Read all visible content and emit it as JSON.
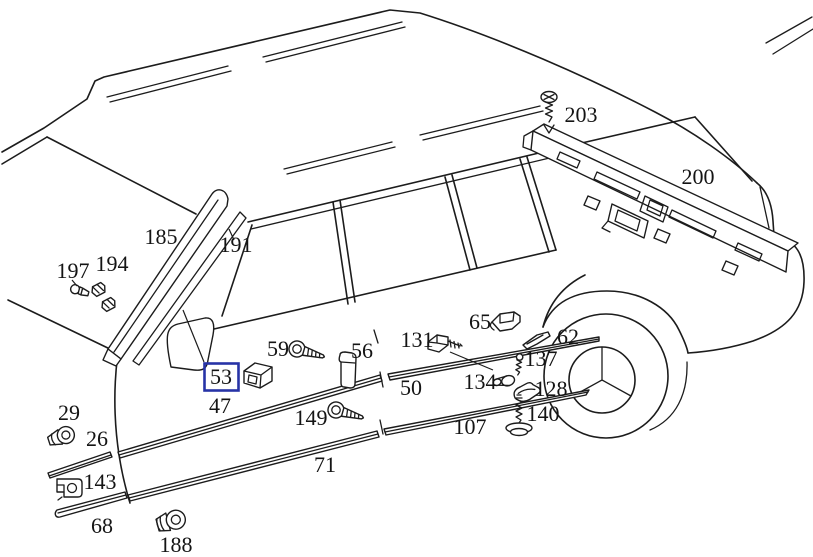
{
  "diagram": {
    "kind": "exploded-parts-line-drawing",
    "vehicle_view": "station-wagon-side-front-three-quarter",
    "background": "#ffffff",
    "line_color": "#1c1c1c",
    "highlight": {
      "selected_part": "53",
      "box_color": "#2733a6"
    },
    "parts": {
      "26": {
        "label": "26",
        "icon": "moulding-strip"
      },
      "29": {
        "label": "29",
        "icon": "grommet"
      },
      "47": {
        "label": "47",
        "icon": "moulding-strip"
      },
      "50": {
        "label": "50",
        "icon": "moulding-strip"
      },
      "53": {
        "label": "53",
        "icon": "square-clip",
        "selected": true
      },
      "56": {
        "label": "56",
        "icon": "bracket"
      },
      "59": {
        "label": "59",
        "icon": "screw"
      },
      "62": {
        "label": "62",
        "icon": "wedge-clip"
      },
      "65": {
        "label": "65",
        "icon": "clip"
      },
      "68": {
        "label": "68",
        "icon": "moulding-strip"
      },
      "71": {
        "label": "71",
        "icon": "moulding-strip"
      },
      "107": {
        "label": "107",
        "icon": "moulding-strip"
      },
      "128": {
        "label": "128",
        "icon": "clip"
      },
      "131": {
        "label": "131",
        "icon": "clip-with-screw"
      },
      "134": {
        "label": "134",
        "icon": "plug"
      },
      "137": {
        "label": "137",
        "icon": "stud"
      },
      "140": {
        "label": "140",
        "icon": "screw-vertical"
      },
      "143": {
        "label": "143",
        "icon": "clamp-clip"
      },
      "149": {
        "label": "149",
        "icon": "screw"
      },
      "185": {
        "label": "185",
        "icon": "a-pillar-moulding"
      },
      "188": {
        "label": "188",
        "icon": "grommet"
      },
      "191": {
        "label": "191",
        "icon": "trim-strip"
      },
      "194": {
        "label": "194",
        "icon": "clip-pair"
      },
      "197": {
        "label": "197",
        "icon": "rivet"
      },
      "200": {
        "label": "200",
        "icon": "roof-rail-panel"
      },
      "203": {
        "label": "203",
        "icon": "screw-vertical"
      }
    }
  }
}
